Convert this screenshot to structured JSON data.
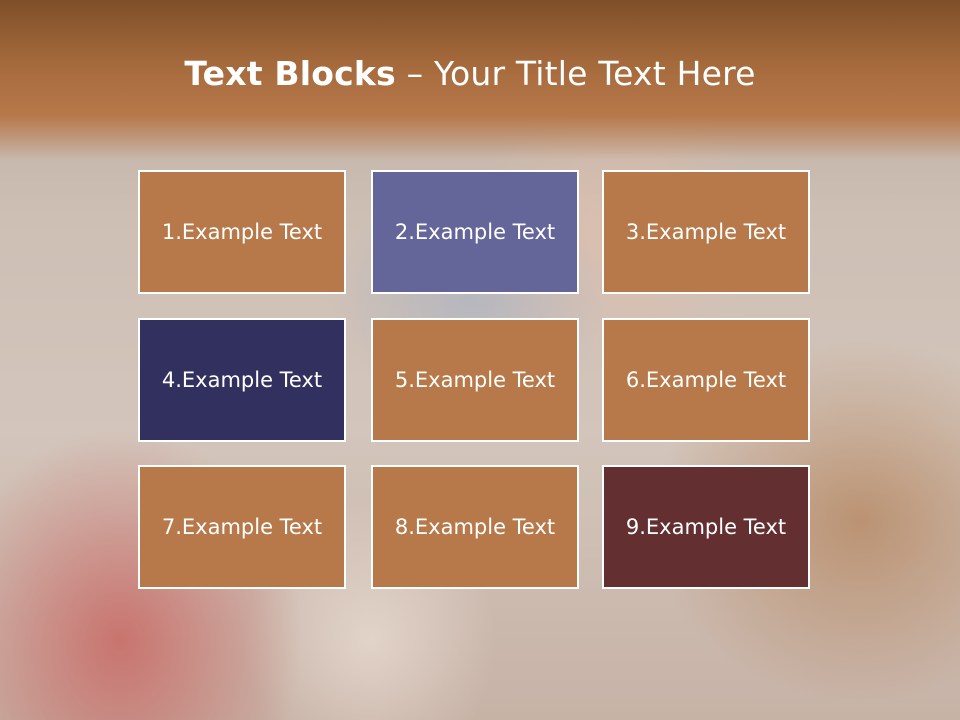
{
  "slide": {
    "title_bold": "Text Blocks",
    "title_dash": " – ",
    "title_rest": "Your Title Text Here"
  },
  "blocks": [
    {
      "label": "1.Example Text",
      "color": "#b7794a"
    },
    {
      "label": "2.Example Text",
      "color": "#646599"
    },
    {
      "label": "3.Example Text",
      "color": "#b7794a"
    },
    {
      "label": "4.Example Text",
      "color": "#32305f"
    },
    {
      "label": "5.Example Text",
      "color": "#b7794a"
    },
    {
      "label": "6.Example Text",
      "color": "#b7794a"
    },
    {
      "label": "7.Example Text",
      "color": "#b7794a"
    },
    {
      "label": "8.Example Text",
      "color": "#b7794a"
    },
    {
      "label": "9.Example Text",
      "color": "#642f31"
    }
  ],
  "colors": {
    "header_brown": "#a56a3c",
    "title_text": "#ffffff",
    "block_border": "#ffffff"
  }
}
